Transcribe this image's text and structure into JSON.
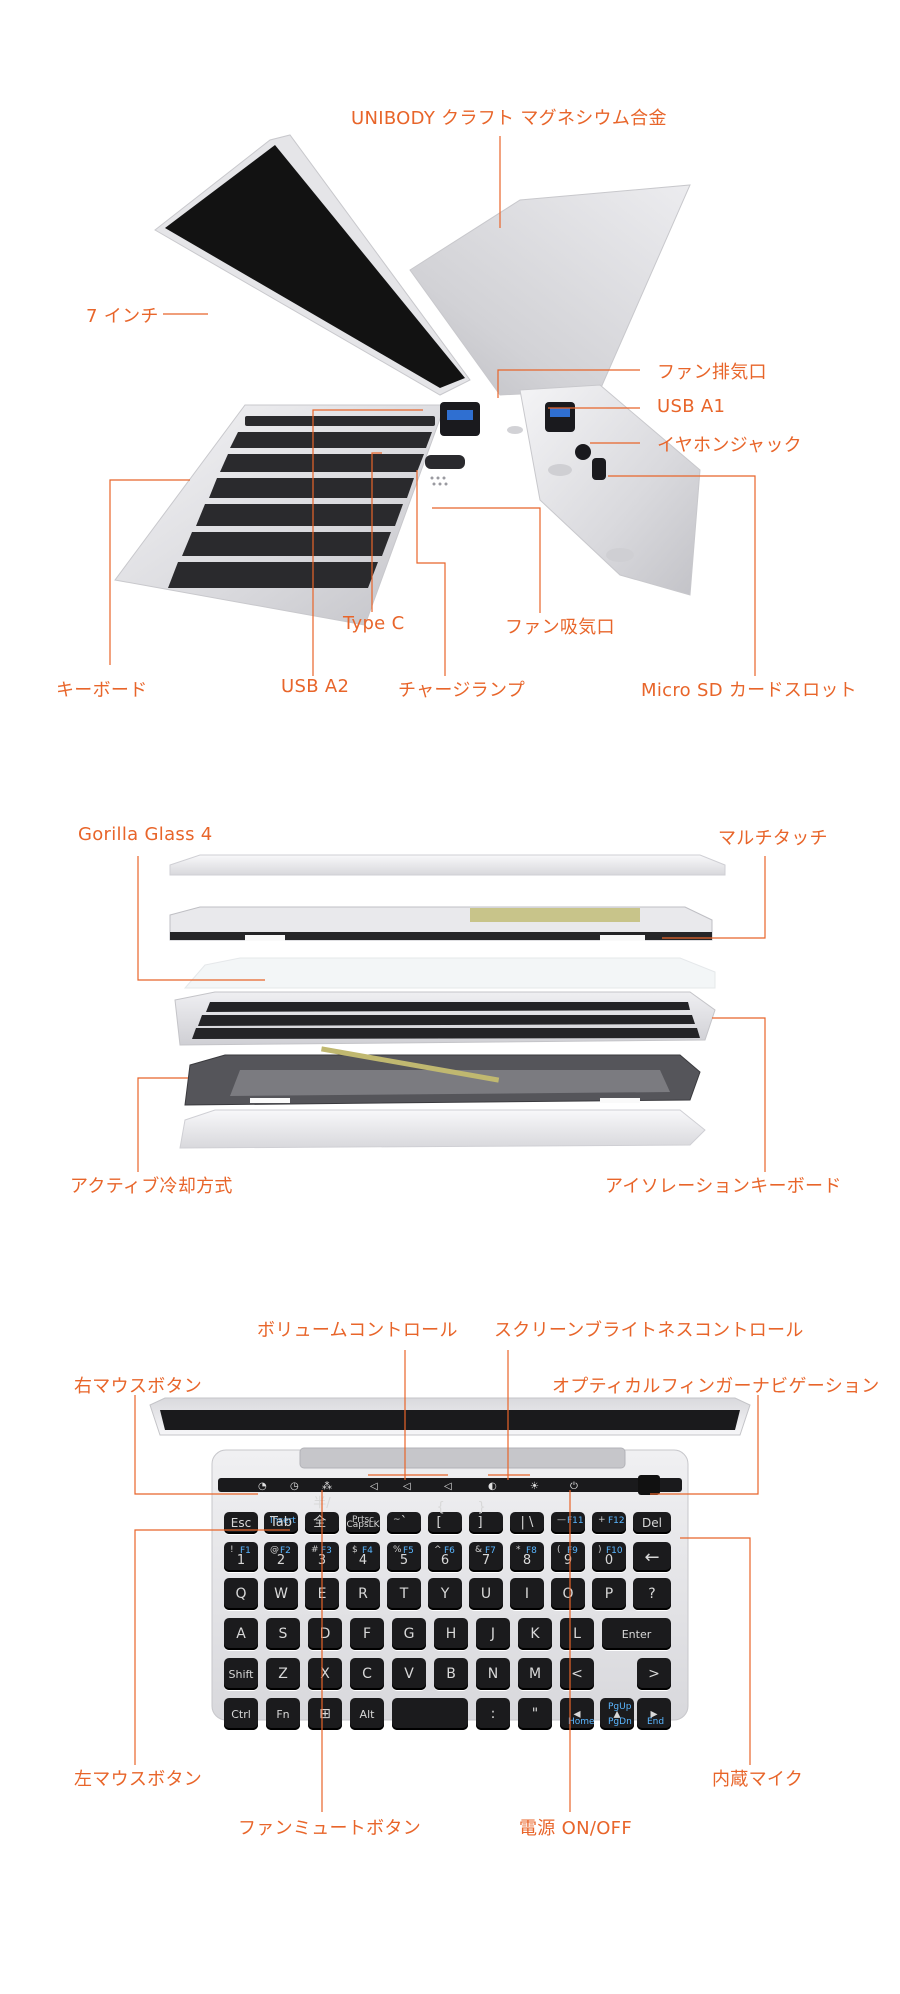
{
  "section1": {
    "labels": {
      "unibody": "UNIBODY クラフト マグネシウム合金",
      "seven_inch": "7 インチ",
      "fan_exhaust": "ファン排気口",
      "usb_a1": "USB A1",
      "earphone_jack": "イヤホンジャック",
      "keyboard": "キーボード",
      "type_c": "Type C",
      "fan_intake": "ファン吸気口",
      "usb_a2": "USB A2",
      "charge_lamp": "チャージランプ",
      "micro_sd": "Micro SD カードスロット"
    }
  },
  "section2": {
    "labels": {
      "gorilla_glass": "Gorilla Glass 4",
      "multi_touch": "マルチタッチ",
      "active_cooling": "アクティブ冷却方式",
      "isolation_keyboard": "アイソレーションキーボード"
    }
  },
  "section3": {
    "labels": {
      "volume_control": "ボリュームコントロール",
      "screen_brightness": "スクリーンブライトネスコントロール",
      "right_mouse": "右マウスボタン",
      "optical_finger": "オプティカルフィンガーナビゲーション",
      "left_mouse": "左マウスボタン",
      "built_in_mic": "内蔵マイク",
      "fan_mute": "ファンミュートボタン",
      "power": "電源 ON/OFF"
    },
    "keyboard": {
      "row1": [
        {
          "main": "Esc"
        },
        {
          "sub": "Insert",
          "bot": "Tab"
        },
        {
          "bot": "半/全"
        },
        {
          "top": "Prtsc",
          "bot": "CapsLK"
        },
        {
          "top": "~",
          "bot": "`"
        },
        {
          "bot": "{  ["
        },
        {
          "bot": "}  ]"
        },
        {
          "bot": "|  \\"
        },
        {
          "top": "—",
          "sub": "F11"
        },
        {
          "top": "+",
          "sub": "F12"
        },
        {
          "main": "Del"
        }
      ],
      "row2": [
        {
          "top": "!",
          "sub": "F1",
          "bot": "1"
        },
        {
          "top": "@",
          "sub": "F2",
          "bot": "2"
        },
        {
          "top": "#",
          "sub": "F3",
          "bot": "3"
        },
        {
          "top": "$",
          "sub": "F4",
          "bot": "4"
        },
        {
          "top": "%",
          "sub": "F5",
          "bot": "5"
        },
        {
          "top": "^",
          "sub": "F6",
          "bot": "6"
        },
        {
          "top": "&",
          "sub": "F7",
          "bot": "7"
        },
        {
          "top": "*",
          "sub": "F8",
          "bot": "8"
        },
        {
          "top": "(",
          "sub": "F9",
          "bot": "9"
        },
        {
          "top": ")",
          "sub": "F10",
          "bot": "0"
        },
        {
          "main": "←"
        }
      ],
      "row3": [
        "Q",
        "W",
        "E",
        "R",
        "T",
        "Y",
        "U",
        "I",
        "O",
        "P",
        "?"
      ],
      "row4": [
        "A",
        "S",
        "D",
        "F",
        "G",
        "H",
        "J",
        "K",
        "L",
        "Enter"
      ],
      "row5": [
        "Shift",
        "Z",
        "X",
        "C",
        "V",
        "B",
        "N",
        "M",
        "<",
        ">"
      ],
      "row6": [
        "Ctrl",
        "Fn",
        "⊞",
        "Alt",
        "",
        ":",
        "\"",
        "◂",
        "▴",
        "▸"
      ],
      "row6_sub": {
        "home": "Home",
        "pgup": "PgUp",
        "pgdn": "PgDn",
        "end": "End"
      }
    }
  },
  "colors": {
    "accent": "#e8652a",
    "key": "#1b1b1d",
    "key_sub": "#5ab6ff",
    "chassis": "#e8e8ea"
  }
}
